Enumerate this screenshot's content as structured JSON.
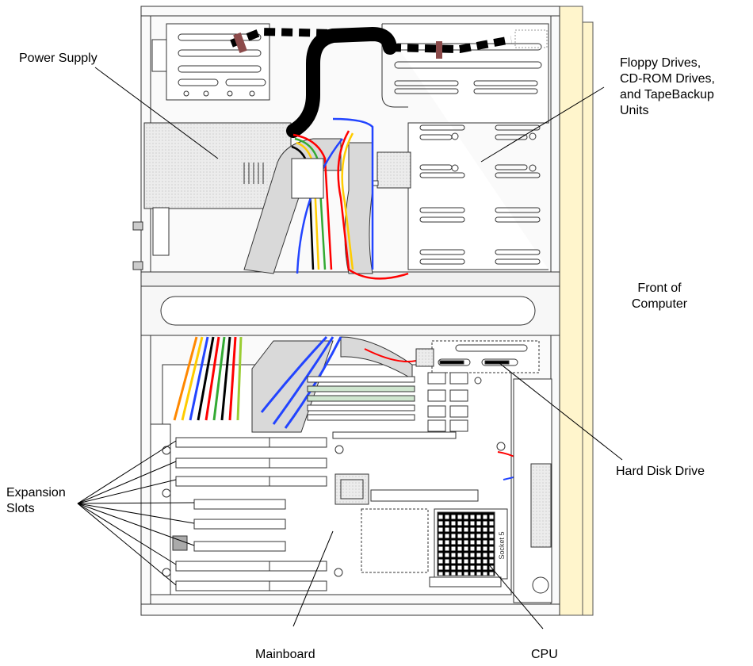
{
  "labels": {
    "power_supply": "Power Supply",
    "floppy_drives": [
      "Floppy Drives,",
      "CD-ROM Drives,",
      "and TapeBackup",
      "Units"
    ],
    "front_of_computer": [
      "Front of",
      "Computer"
    ],
    "hard_disk_drive": "Hard Disk Drive",
    "expansion_slots": [
      "Expansion",
      "Slots"
    ],
    "mainboard": "Mainboard",
    "cpu": "CPU",
    "socket": "Socket 5"
  },
  "colors": {
    "outline": "#333333",
    "panel_fill": "#e6e6e6",
    "front_bezel": "#fff5cc",
    "cable_black": "#000000",
    "wire_red": "#ff0000",
    "wire_yellow": "#ffcc00",
    "wire_blue": "#2244ff",
    "wire_green": "#33aa33",
    "wire_orange": "#ff8800",
    "ribbon_fill": "#d9d9d9"
  }
}
